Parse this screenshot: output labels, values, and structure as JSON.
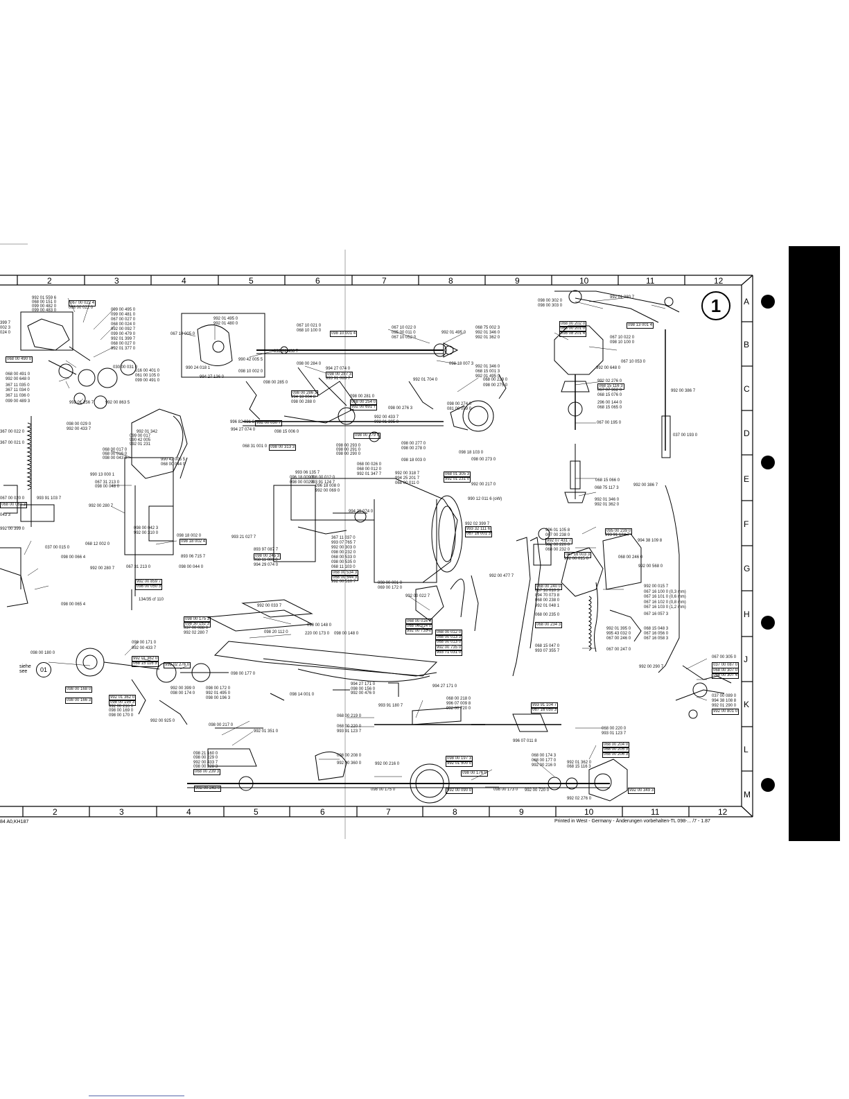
{
  "sheet_number": "1",
  "columns": [
    "2",
    "3",
    "4",
    "5",
    "6",
    "7",
    "8",
    "9",
    "10",
    "11",
    "12"
  ],
  "rows": [
    "A",
    "B",
    "C",
    "D",
    "E",
    "F",
    "G",
    "H",
    "J",
    "K",
    "L",
    "M"
  ],
  "siehe": {
    "text_1": "siehe",
    "text_2": "see",
    "ref": "01"
  },
  "footer": {
    "left_code": "84  A0,KH187",
    "printed": "Printed in West - Germany - Änderungen vorbehalten-TL  098-...  /7  -  1.87"
  },
  "part_labels": [
    "992 01 559 6",
    "068 00 151 0",
    "099 00 482 0",
    "099 00 483 0",
    "067 00 022 4",
    "068 00 022 0",
    "099 00 495 0",
    "099 00 481 0",
    "067 00 027 0",
    "068 00 024 0",
    "992 00 092 7",
    "099 00 479 0",
    "992 01 399 7",
    "068 00 027 0",
    "992 01 377 0",
    "068 00 490 0",
    "030 00 031 0",
    "068 00 491 0",
    "016 00 401 0",
    "992 00 648 0",
    "061 00 105 0",
    "367 11 035 0",
    "099 00 491 0",
    "367 11 034 0",
    "367 11 036 0",
    "099 00 489 3",
    "992 01 256 7",
    "992 00 863 5",
    "992 01 495 0",
    "992 01 480 0",
    "067 10 005 0",
    "990 24 018 1",
    "994 27 136 0",
    "067 10 021 0",
    "068 10 100 0",
    "098 10 001 4",
    "990 42 005 5",
    "098 10 002 0",
    "992 01 408 7",
    "098 00 284 0",
    "994 27 074 0",
    "098 00 287 3",
    "993 91 083 7",
    "098 00 285 0",
    "098 00 286 3",
    "994 18 004 8",
    "098 00 288 0",
    "098 00 281 0",
    "068 00 254 0",
    "992 00 691 7",
    "098 00 276 3",
    "992 00 433 7",
    "992 01 395 0",
    "996 82 031 8",
    "992 00 030 7",
    "098 00 279 0",
    "994 27 074 0",
    "098 15 006 0",
    "068 31 001 0",
    "098 00 313 3",
    "098 00 277 0",
    "098 00 278 0",
    "098 18 003 0",
    "098 00 293 0",
    "098 00 291 0",
    "098 00 290 0",
    "067 10 022 0",
    "095 00 011 0",
    "067 10 052 0",
    "992 01 495 0",
    "068 75 002 3",
    "992 01 346 0",
    "992 01 362 0",
    "098 18 007 3",
    "992 01 346 0",
    "068 15 001 3",
    "992 01 495 0",
    "992 01 704 0",
    "068 00 229 0",
    "098 00 275 0",
    "098 00 274 0",
    "081 00 059 0",
    "098 18 103 0",
    "098 00 273 0",
    "098 00 302 0",
    "098 00 303 0",
    "992 01 380 7",
    "068 00 202 0",
    "068 00 201 0",
    "098 08 201 4",
    "098 13 001 4",
    "067 10 022 0",
    "098 10 100 0",
    "067 10 053 0",
    "992 00 648 0",
    "992 02 276 0",
    "068 15 116 3",
    "067 07 362 0",
    "068 15 076 0",
    "296 00 144 0",
    "068 15 065 0",
    "067 00 195 0",
    "992 00 386 7",
    "037 00 193 0",
    "068 15 066 0",
    "992 00 386 7",
    "068 75 117 3",
    "992 01 346 0",
    "992 01 362 0",
    "098 00 029 0",
    "992 00 433 7",
    "992 01 342",
    "099 00 017",
    "990 42 005",
    "992 01 231",
    "068 00 017 0",
    "068 00 016 0",
    "098 00 043 0",
    "990 42 005 5",
    "068 00 044 0",
    "990 13 000 1",
    "067 31 213 0",
    "098 00 048 0",
    "992 00 280 7",
    "098 00 042 3",
    "992 00 310 0",
    "098 18 002 0",
    "098 18 002 4",
    "893 06 715 7",
    "068 12 002 0",
    "098 00 044 0",
    "992 00 280 7",
    "067 31 213 0",
    "992 00 859 7",
    "098 00 050 3",
    "134/35 cf 110",
    "993 06 135 7",
    "098 00 012 0",
    "993 91 124 7",
    "096 18 009 0",
    "098 00 002 0",
    "096 18 008 0",
    "992 00 069 0",
    "068 00 026 0",
    "068 00 012 0",
    "992 01 347 7",
    "992 00 318 7",
    "994 25 201 7",
    "068 00 011 0",
    "068 01 305 3",
    "992 01 231 0",
    "992 00 217 0",
    "990 12 011 6 (oW)",
    "994 29 074 0",
    "992 02 399 7",
    "993 32 111 6",
    "067 16 001 3",
    "993 21 027 7",
    "893 97 087 7",
    "098 00 245 3",
    "068 11 001 0",
    "994 29 074 0",
    "367 11 037 0",
    "993 07 765 7",
    "992 00 303 0",
    "098 00 232 0",
    "068 00 533 0",
    "098 00 535 0",
    "068 11 103 0",
    "068 00 534 3",
    "068 00 544 3",
    "992 00 510 7",
    "098 00 001 0",
    "069 00 172 0",
    "996 01 105 8",
    "067 00 238 0",
    "992 07 431 7",
    "992 00 220 0",
    "068 00 232 0",
    "067 16 003 3",
    "992 00 015 0",
    "095 00 239 0",
    "993 91 124 7",
    "994 38 109 8",
    "068 00 246 0",
    "992 00 568 0",
    "992 00 477 7",
    "068 00 240 0",
    "067 16 010 3",
    "894 70 073 8",
    "068 00 238 0",
    "992 01 048 1",
    "068 00 235 0",
    "068 00 234 3",
    "992 00 015 7",
    "067 16 100 0 (0,3 mm)",
    "067 16 101 0 (0,6 mm)",
    "067 16 102 0 (0,8 mm)",
    "067 16 103 0 (1,2 mm)",
    "067 16 057 3",
    "992 01 395 0",
    "995 43 032 0",
    "067 00 246 0",
    "068 15 048 3",
    "067 16 056 0",
    "067 16 058 3",
    "068 15 047 0",
    "993 07 355 7",
    "067 00 247 0",
    "098 00 171 0",
    "992 00 433 7",
    "098 00 180 0",
    "992 01 362 0",
    "068 15 116 3",
    "992 02 276 0",
    "098 00 177 0",
    "098 00 168 0",
    "098 00 166 3",
    "992 01 362 0",
    "098 00 195 3",
    "992 00 216 0",
    "098 00 169 0",
    "098 00 170 0",
    "992 00 399 0",
    "098 00 174 0",
    "098 00 172 0",
    "992 01 495 0",
    "098 00 196 3",
    "992 00 925 0",
    "992 00 033 7",
    "098 00 175 3",
    "098 30 152 3",
    "037 00 088 0",
    "992 02 280 7",
    "098 00 148 0",
    "098 20 112 0",
    "220 00 173 0",
    "098 00 148 0",
    "098 14 001 0",
    "994 27 171 0",
    "098 00 156 0",
    "992 00 476 0",
    "994 27 171 0",
    "993 91 180 7",
    "992 00 022 7",
    "068 00 016 0",
    "068 00 014 0",
    "992 00 735 0",
    "068 00 012 0",
    "068 00 013 3",
    "068 00 013 0",
    "992 00 735 0",
    "993 71 031 0",
    "068 00 218 0",
    "996 07 009 8",
    "992 00 720 0",
    "068 00 219 0",
    "068 00 220 0",
    "993 91 123 7",
    "993 91 104 7",
    "067 16 050 3",
    "996 07 011 8",
    "068 00 220 0",
    "993 01 123 7",
    "067 00 305 0",
    "992 00 290 7",
    "037 00 087 0",
    "068 00 307 0",
    "068 00 307 4",
    "037 00 089 0",
    "994 38 108 8",
    "992 01 290 0",
    "992 00 801 0",
    "098 00 217 0",
    "992 01 351 0",
    "098 21 160 0",
    "098 00 229 0",
    "992 00 433 7",
    "098 00 228 3",
    "068 00 239 3",
    "992 00 243 0",
    "098 00 208 0",
    "992 00 360 0",
    "992 00 216 0",
    "098 00 197 3",
    "992 01 500 0",
    "098 00 176 0",
    "098 00 175 0",
    "992 00 090 0",
    "098 00 173 0",
    "992 00 720 0",
    "068 00 174 3",
    "068 00 177 0",
    "992 00 216 0",
    "992 01 362 0",
    "068 15 116 3",
    "068 00 204 0",
    "068 00 205 3",
    "068 00 206 3",
    "992 00 349 3",
    "992 02 276 0",
    "367 00 022 0",
    "367 00 021 0",
    "067 00 020 0",
    "068 00 068 3",
    "993 91 103 7",
    "992 00 399 0",
    "037 00 015 0",
    "098 00 066 4",
    "098 00 065 4",
    "399 7",
    "002 3",
    "024 0",
    "043 3"
  ]
}
